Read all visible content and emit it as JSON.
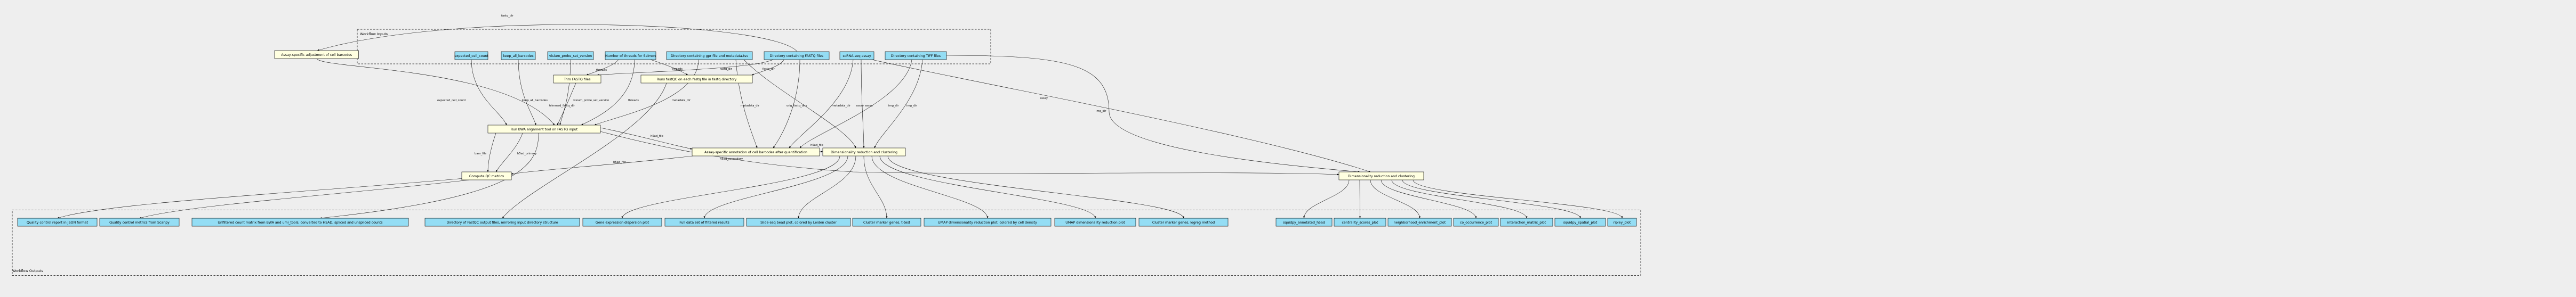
{
  "clusters": {
    "inputs": "Workflow Inputs",
    "outputs": "Workflow Outputs"
  },
  "inputs": {
    "expected_cell_count": "expected_cell_count",
    "keep_all_barcodes": "keep_all_barcodes",
    "visium_probe_set_version": "visium_probe_set_version",
    "threads": "Number of threads for Salmon",
    "gpr_dir": "Directory containing gpr file and metadata.tsv",
    "fastq_dir": "Directory containing FASTQ files",
    "assay": "scRNA-seq assay",
    "tiff_dir": "Directory containing TIFF files"
  },
  "steps": {
    "adjust_barcodes": "Assay-specific adjustment of cell barcodes",
    "trim_fastq": "Trim FASTQ files",
    "fastqc": "Runs fastQC on each fastq file in fastq directory",
    "bwa": "Run BWA alignment tool on FASTQ input",
    "annotate_barcodes": "Assay-specific annotation of cell barcodes after quantification",
    "dim_reduction_1": "Dimensionality reduction and clustering",
    "qc_metrics": "Compute QC metrics",
    "dim_reduction_2": "Dimensionality reduction and clustering"
  },
  "outputs": {
    "qc_report": "Quality control report in JSON format",
    "qc_metrics_scanpy": "Quality control metrics from Scanpy",
    "unfiltered_matrix": "Unfiltered count matrix from BWA and umi_tools, converted to H5AD, spliced and unspliced counts",
    "fastqc_dir": "Directory of FastQC output files, mirroring input directory structure",
    "dispersion_plot": "Gene expression dispersion plot",
    "filtered_dataset": "Full data set of filtered results",
    "bead_plot": "Slide-seq bead plot, colored by Leiden cluster",
    "marker_ttest": "Cluster marker genes, t-test",
    "umap_density": "UMAP dimensionality reduction plot, colored by cell density",
    "umap_plot": "UMAP dimensionality reduction plot",
    "marker_logreg": "Cluster marker genes, logreg method",
    "squidpy_h5ad": "squidpy_annotated_h5ad",
    "centrality": "centrality_scores_plot",
    "neighborhood": "neighborhood_enrichment_plot",
    "co_occurrence": "co_occurrence_plot",
    "interaction": "interaction_matrix_plot",
    "spatial": "squidpy_spatial_plot",
    "ripley": "ripley_plot"
  },
  "edge_labels": {
    "fastq_dir_top": "fastq_dir",
    "fastq_dir_trim": "fastq_dir",
    "fastq_dir_qc": "fastq_dir",
    "expected_cell_count": "expected_cell_count",
    "keep_all_barcodes": "keep_all_barcodes",
    "visium_probe_set_version": "visium_probe_set_version",
    "threads_a": "threads",
    "threads_b": "threads",
    "metadata_dir_a": "metadata_dir",
    "metadata_dir_b": "metadata_dir",
    "metadata_dir_c": "metadata_dir",
    "trimmed_fastq_dir": "trimmed_fastq_dir",
    "orig_fastq_dirs": "orig_fastq_dirs",
    "assay_a": "assay",
    "assay_b": "assay",
    "assay_c": "assay",
    "img_dir_a": "img_dir",
    "img_dir_b": "img_dir",
    "img_dir_c": "img_dir",
    "bam_file": "bam_file",
    "h5ad_primary": "h5ad_primary",
    "h5ad_secondary": "h5ad_secondary",
    "h5ad_file_a": "h5ad_file",
    "h5ad_file_b": "h5ad_file",
    "h5ad_file_c": "h5ad_file"
  }
}
